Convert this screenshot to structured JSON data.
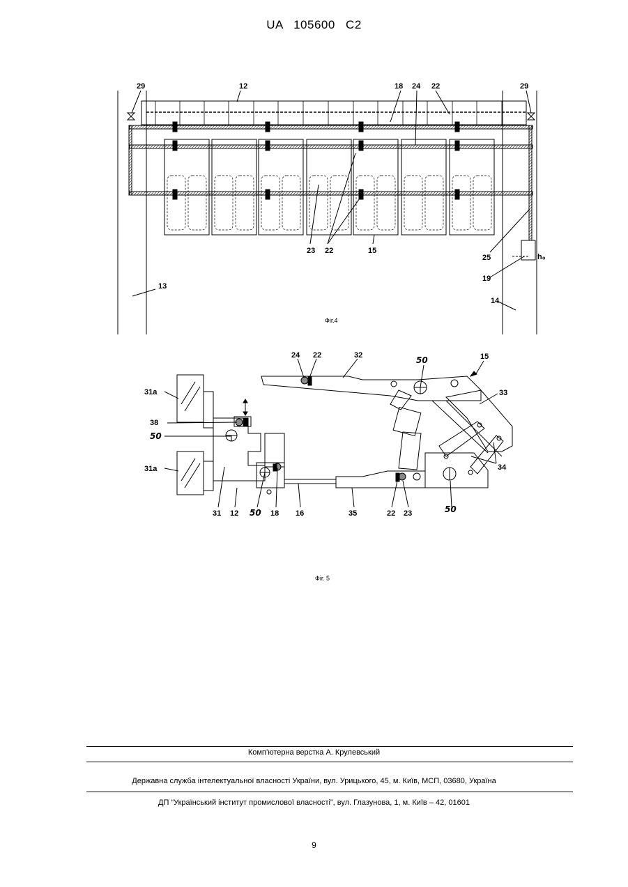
{
  "header": {
    "patent_id": "UA   105600   C2"
  },
  "fig4": {
    "caption": "Фіг.4",
    "labels": {
      "l29a": "29",
      "l12": "12",
      "l18": "18",
      "l24": "24",
      "l22a": "22",
      "l29b": "29",
      "l23": "23",
      "l22b": "22",
      "l15": "15",
      "l25": "25",
      "h0": "h₀",
      "l19": "19",
      "l13": "13",
      "l14": "14"
    }
  },
  "fig5": {
    "caption": "Фіг. 5",
    "labels": {
      "l24": "24",
      "l22a": "22",
      "l32": "32",
      "l50a": "50",
      "l15": "15",
      "l33": "33",
      "l31a_top": "31a",
      "l38": "38",
      "l50b": "50",
      "l31a_bot": "31a",
      "l34": "34",
      "l31": "31",
      "l12": "12",
      "l50c": "50",
      "l18": "18",
      "l16": "16",
      "l35": "35",
      "l22b": "22",
      "l23": "23",
      "l50d": "50"
    }
  },
  "footer": {
    "typesetting": "Комп’ютерна верстка А. Крулевський",
    "agency": "Державна служба інтелектуальної власності України, вул. Урицького, 45, м. Київ, МСП, 03680, Україна",
    "institute": "ДП “Український інститут промислової власності”, вул. Глазунова, 1, м. Київ – 42, 01601"
  },
  "page_number": "9"
}
